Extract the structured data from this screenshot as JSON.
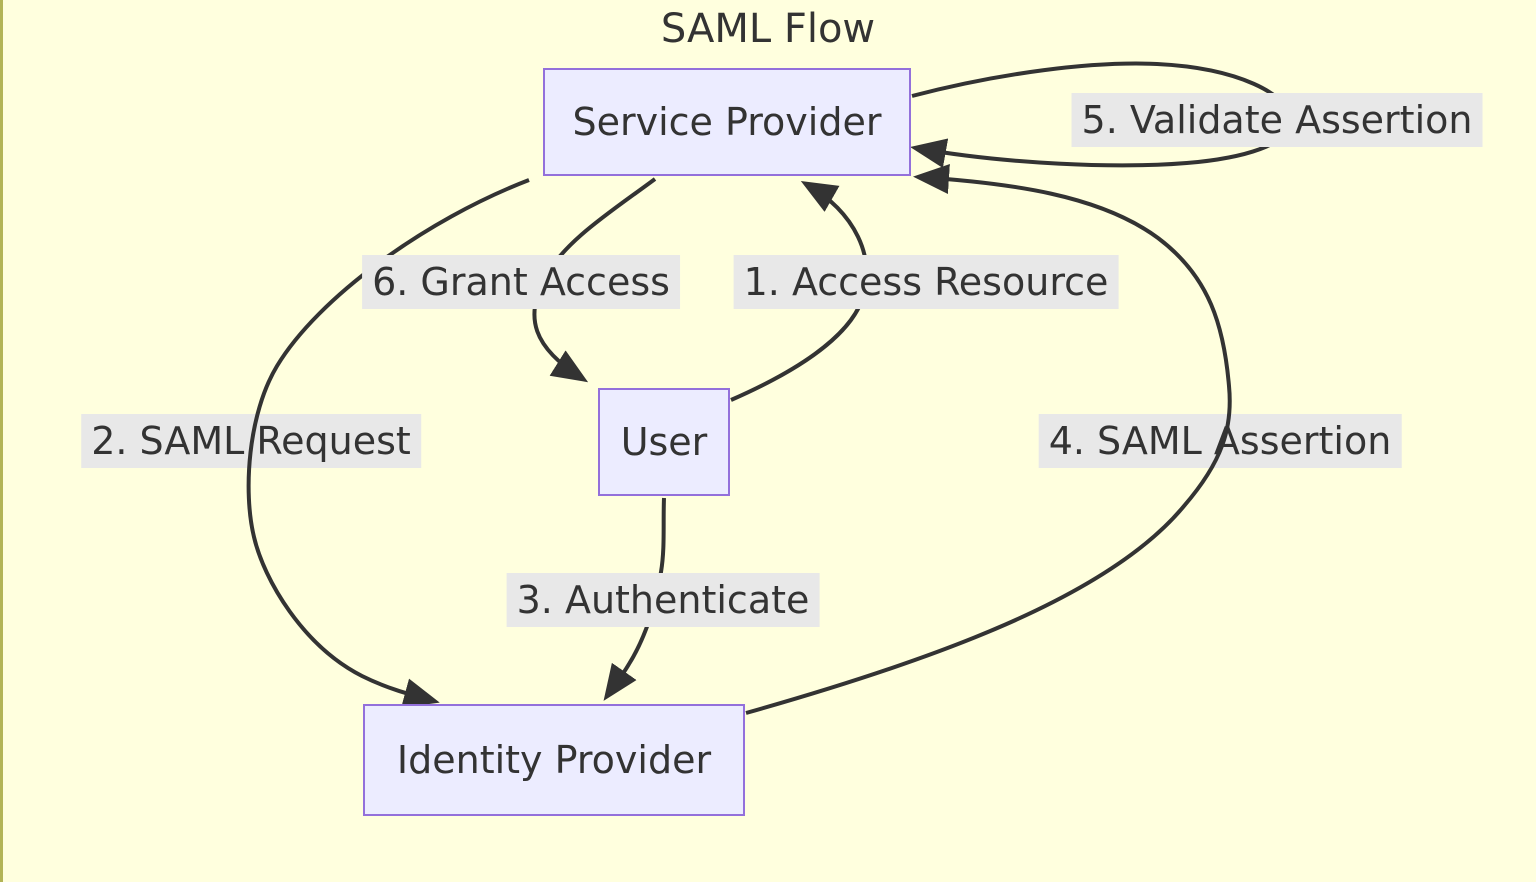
{
  "diagram": {
    "title": "SAML Flow",
    "nodes": [
      {
        "id": "service-provider",
        "label": "Service Provider"
      },
      {
        "id": "user",
        "label": "User"
      },
      {
        "id": "identity-provider",
        "label": "Identity Provider"
      }
    ],
    "edges": [
      {
        "from": "User",
        "to": "Service Provider",
        "label": "1. Access Resource"
      },
      {
        "from": "Service Provider",
        "to": "Identity Provider",
        "label": "2. SAML Request"
      },
      {
        "from": "User",
        "to": "Identity Provider",
        "label": "3. Authenticate"
      },
      {
        "from": "Identity Provider",
        "to": "Service Provider",
        "label": "4. SAML Assertion"
      },
      {
        "from": "Service Provider",
        "to": "Service Provider",
        "label": "5. Validate Assertion"
      },
      {
        "from": "Service Provider",
        "to": "User",
        "label": "6. Grant Access"
      }
    ],
    "colors": {
      "background": "#ffffde",
      "left_edge_strip": "#b2b456",
      "node_fill": "#ececff",
      "node_border": "#9370db",
      "edge_stroke": "#333333",
      "edge_label_background": "#e8e8e8",
      "text": "#333333"
    }
  }
}
